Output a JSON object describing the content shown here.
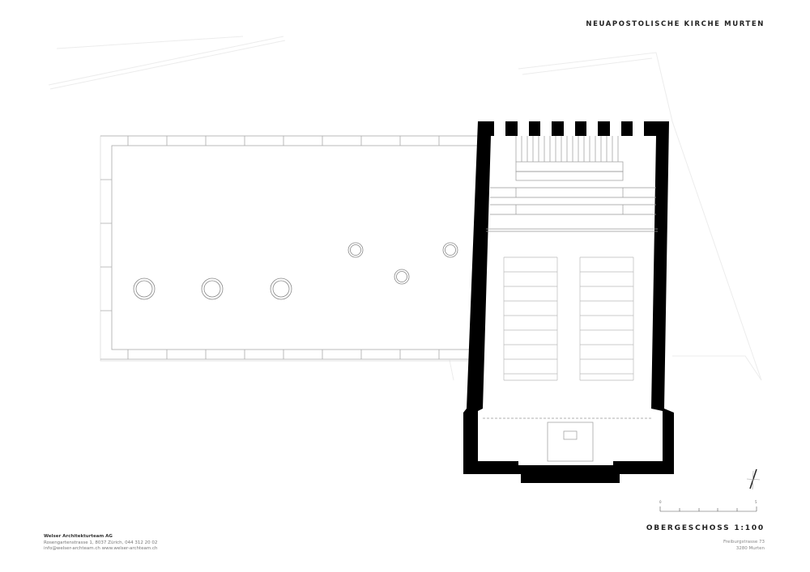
{
  "header": {
    "project_title": "NEUAPOSTOLISCHE KIRCHE MURTEN"
  },
  "plan": {
    "sheet_title": "OBERGESCHOSS 1:100",
    "scale_bar": {
      "start_label": "0",
      "end_label": "5"
    }
  },
  "site_address": {
    "street": "Freiburgstrasse 73",
    "city": "3280 Murten"
  },
  "architect": {
    "name": "Welser Architekturteam AG",
    "address_line": "Rosengartenstrasse 1, 8037 Zürich,  044 312 20 02",
    "contact_line": "info@welser-archteam.ch   www.welser-archteam.ch"
  },
  "colors": {
    "wall": "#000000",
    "line": "#999999",
    "faint_line": "#e6e6e6"
  }
}
